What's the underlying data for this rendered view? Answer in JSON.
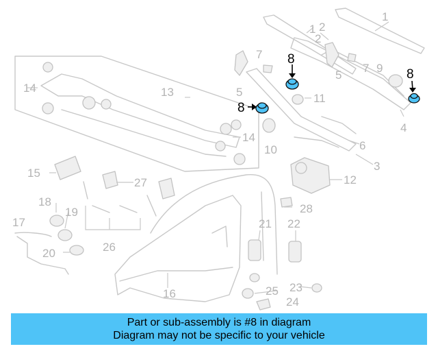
{
  "diagram": {
    "callouts": {
      "c1": "1",
      "c1b": "1",
      "c2a": "2",
      "c2b": "2",
      "c3": "3",
      "c4": "4",
      "c5a": "5",
      "c5b": "5",
      "c6": "6",
      "c7a": "7",
      "c7b": "7",
      "c8a": "8",
      "c8b": "8",
      "c8c": "8",
      "c9": "9",
      "c10": "10",
      "c11": "11",
      "c12": "12",
      "c13": "13",
      "c14a": "14",
      "c14b": "14",
      "c15": "15",
      "c16": "16",
      "c17": "17",
      "c18": "18",
      "c19": "19",
      "c20": "20",
      "c21": "21",
      "c22": "22",
      "c23": "23",
      "c24": "24",
      "c25": "25",
      "c26": "26",
      "c27": "27",
      "c28": "28"
    },
    "highlight_color": "#4fc3f7"
  },
  "caption": {
    "line1": "Part or sub-assembly is #8 in diagram",
    "line2": "Diagram may not be specific to your vehicle"
  }
}
